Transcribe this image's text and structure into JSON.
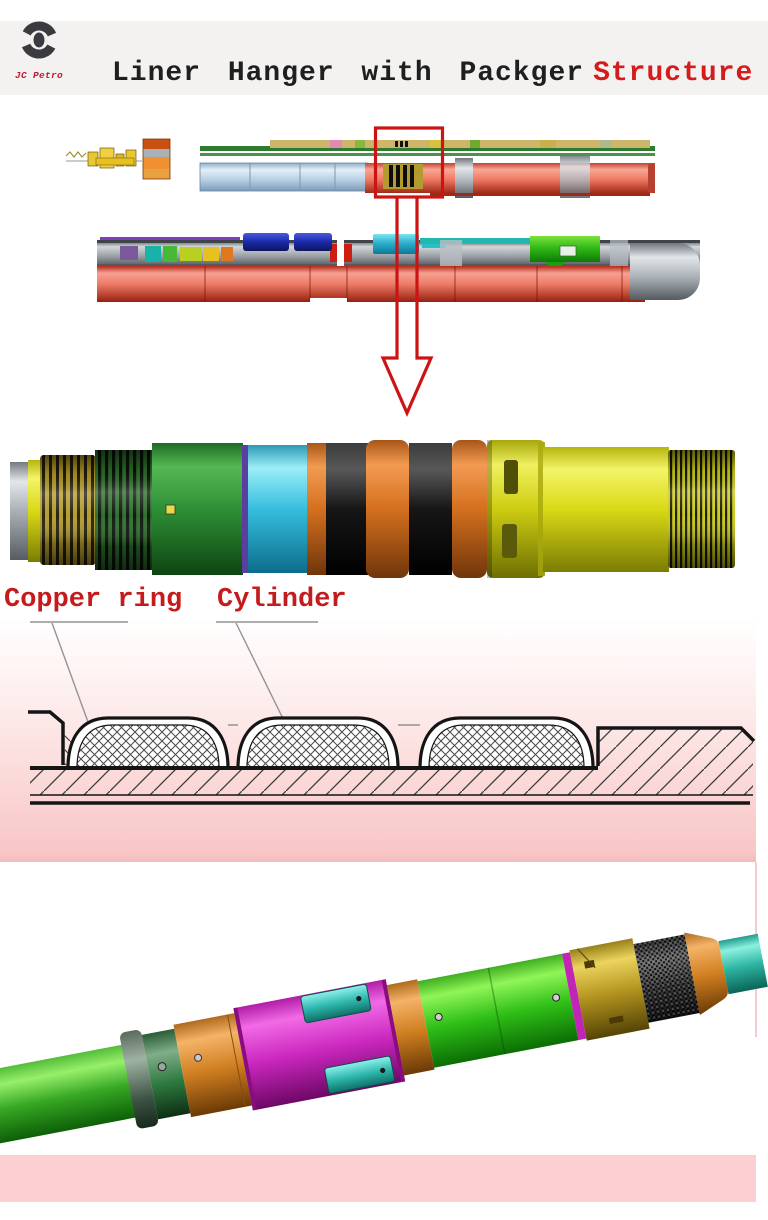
{
  "header": {
    "brand": "JC Petro",
    "title_main": "Liner Hanger with Packger",
    "title_accent": "Structure"
  },
  "callouts": {
    "copper_ring": "Copper ring",
    "cylinder": "Cylinder"
  },
  "figures": {
    "overview": "liner-hanger-cad-overview",
    "packer_render": "packer-3d-render",
    "cross_section": "packer-cross-section",
    "assembly_render": "hanger-assembly-3d-render"
  },
  "palette": {
    "accent_red": "#cc1414",
    "title_ink": "#1f1f1f",
    "title_red": "#d41c1c",
    "label_red": "#c41c1c",
    "brand_red": "#bf1830",
    "logo_gray": "#3b3a3e",
    "band_gray": "#f3f2f1",
    "pink_gradient_end": "#f8c6c6",
    "pink_band": "#fccfd2",
    "pink_line": "#f6cbd0",
    "leader_gray": "#949494",
    "schematic_ink": "#141414"
  }
}
